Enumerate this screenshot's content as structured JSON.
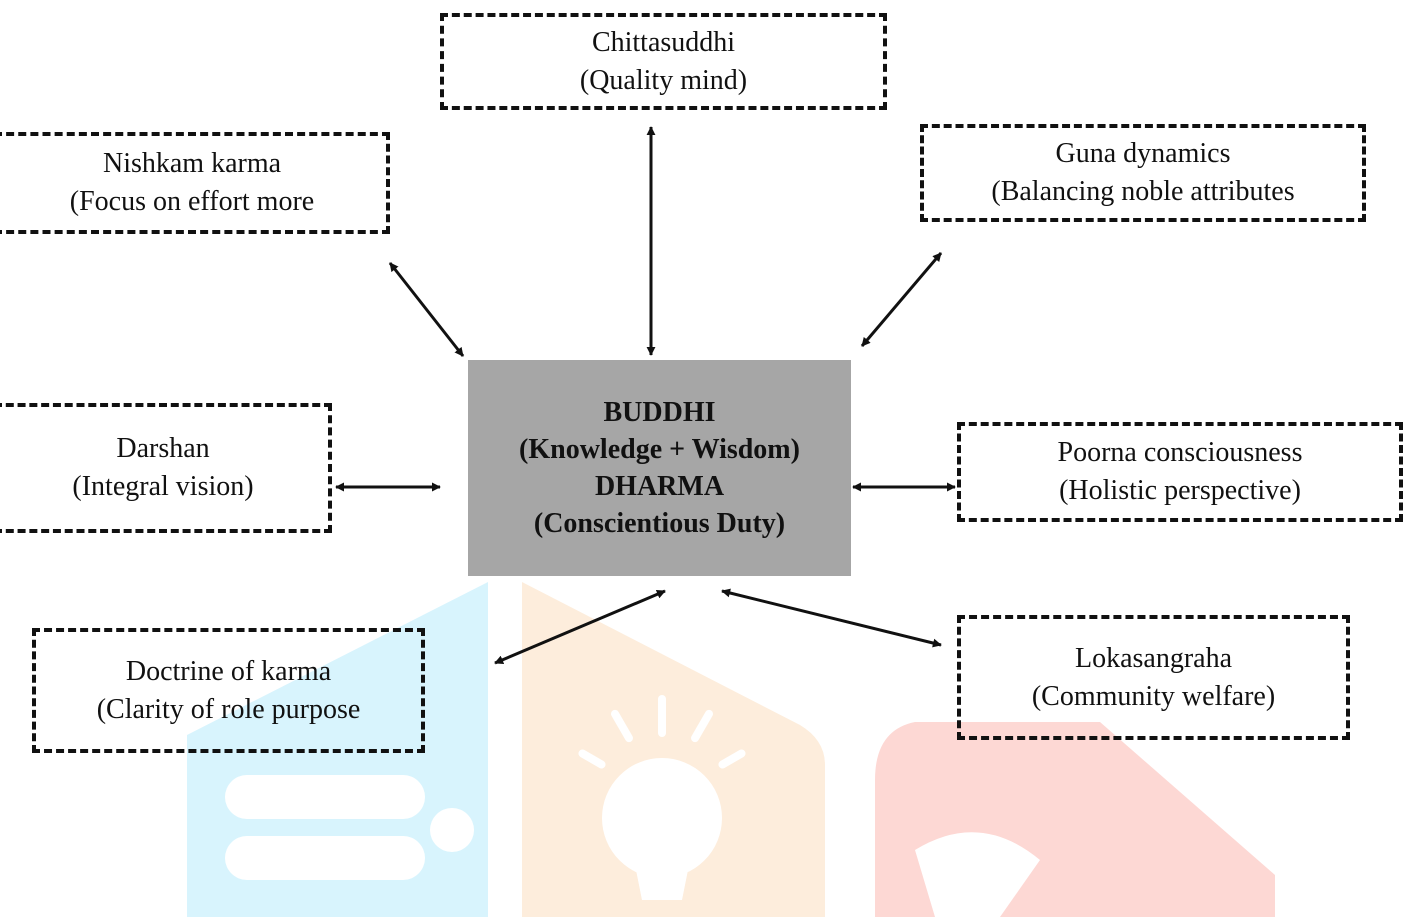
{
  "center": {
    "line1": "BUDDHI",
    "line2": "(Knowledge + Wisdom)",
    "line3": "DHARMA",
    "line4": "(Conscientious Duty)"
  },
  "nodes": {
    "chittasuddhi": {
      "title": "Chittasuddhi",
      "subtitle": "(Quality mind)"
    },
    "nishkam": {
      "title": "Nishkam karma",
      "subtitle": "(Focus on effort more"
    },
    "guna": {
      "title": "Guna dynamics",
      "subtitle": "(Balancing noble attributes"
    },
    "darshan": {
      "title": "Darshan",
      "subtitle": "(Integral vision)"
    },
    "poorna": {
      "title": "Poorna consciousness",
      "subtitle": "(Holistic perspective)"
    },
    "doctrine": {
      "title": "Doctrine of karma",
      "subtitle": "(Clarity of role purpose"
    },
    "lokasangraha": {
      "title": "Lokasangraha",
      "subtitle": "(Community welfare)"
    }
  },
  "colors": {
    "center_fill": "#a6a6a6",
    "border": "#111111",
    "watermark_blue": "#d4f3fd",
    "watermark_orange": "#fdebd9",
    "watermark_red": "#fcd6d3"
  }
}
